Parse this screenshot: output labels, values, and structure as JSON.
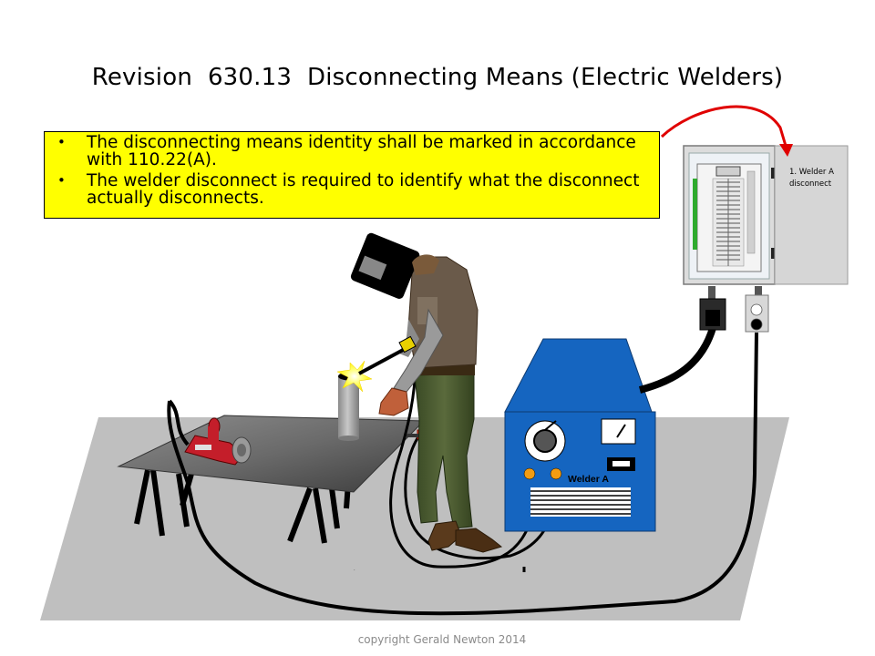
{
  "slide": {
    "title": "Revision  630.13  Disconnecting Means (Electric Welders)",
    "bullets": [
      "The disconnecting means identity shall be marked in accordance with 110.22(A).",
      "The welder disconnect is required to identify what the disconnect actually disconnects."
    ],
    "copyright": "copyright Gerald Newton 2014"
  },
  "diagram": {
    "panel_label_line1": "1. Welder A",
    "panel_label_line2": "disconnect",
    "welder_label": "Welder A"
  },
  "colors": {
    "callout_fill": "#ffff00",
    "welder_body": "#1565c0",
    "arrow": "#e00000",
    "floor": "#bfbfbf"
  }
}
